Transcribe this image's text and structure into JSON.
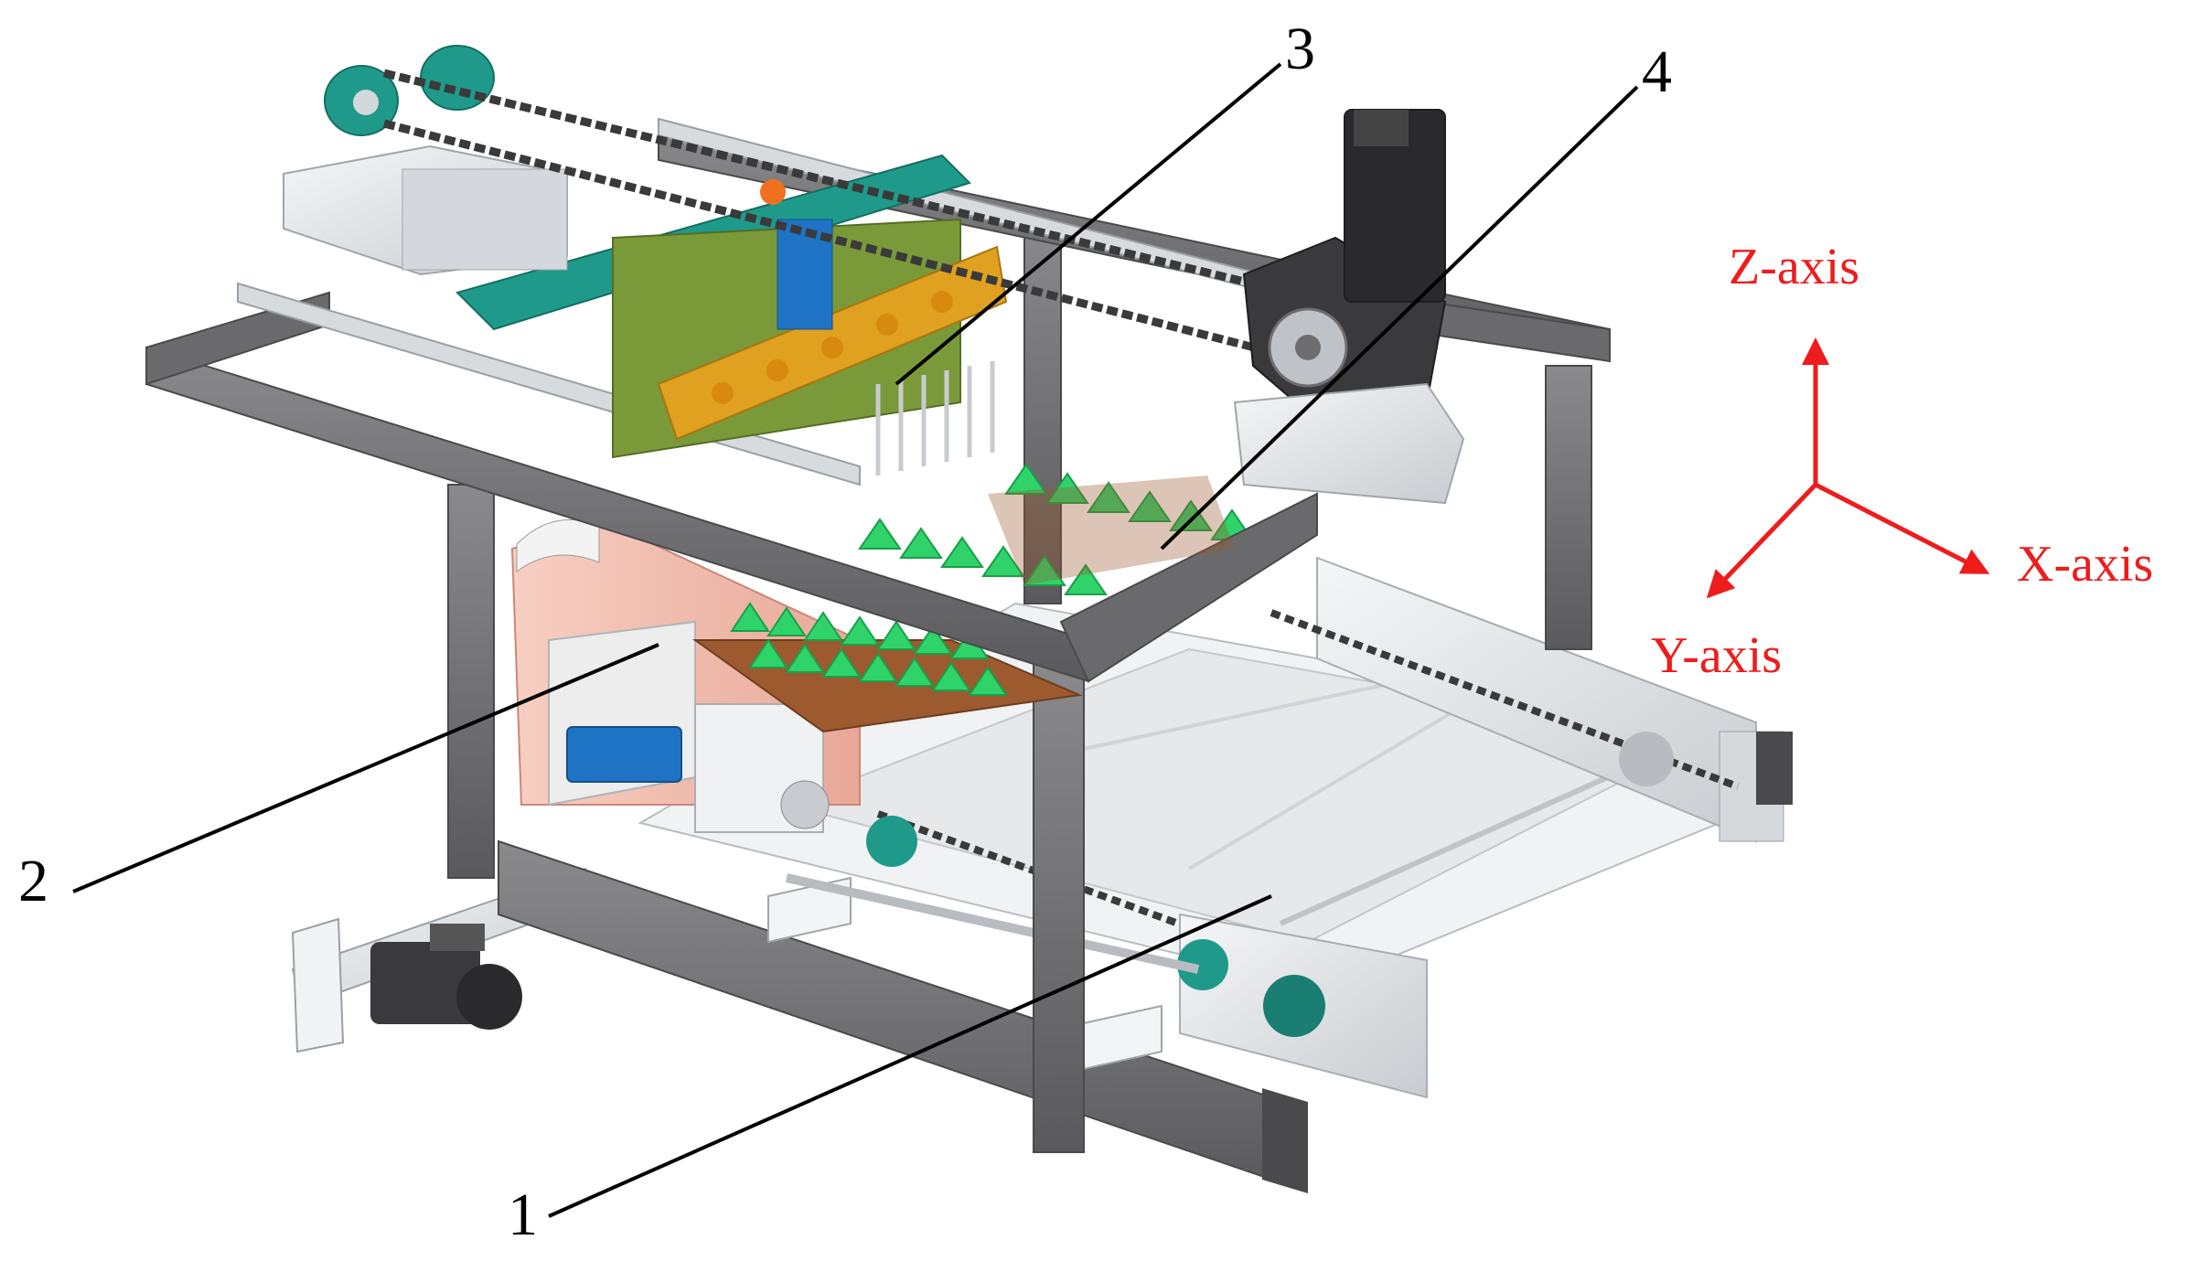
{
  "callouts": [
    {
      "id": "1",
      "label": "1"
    },
    {
      "id": "2",
      "label": "2"
    },
    {
      "id": "3",
      "label": "3"
    },
    {
      "id": "4",
      "label": "4"
    }
  ],
  "axes": {
    "z_label": "Z-axis",
    "x_label": "X-axis",
    "y_label": "Y-axis"
  },
  "colors": {
    "frame": "#6e6e70",
    "frame_dark": "#4a4a4c",
    "rail": "#c9cdd1",
    "aluminum": "#e4e6e8",
    "teal": "#1f9a8a",
    "green_plate": "#7a9a3a",
    "orange_plate": "#e0a020",
    "seedling": "#2fd36a",
    "tray": "#b06a3a",
    "pink_panel": "#f0b8a8",
    "blue_cylinder": "#1f73c4",
    "motor": "#2a2a2c",
    "chain": "#3a3a3a",
    "axis_red": "#ee1c1c",
    "callout_line": "#000000"
  }
}
